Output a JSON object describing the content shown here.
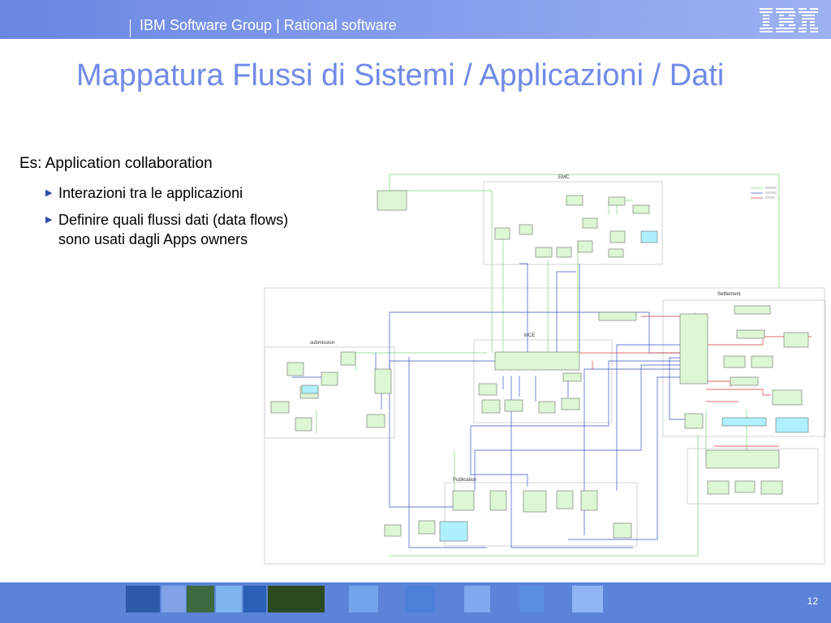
{
  "header": {
    "text": "IBM Software Group | Rational software",
    "logo_text": "IBM"
  },
  "title": "Mappatura Flussi di Sistemi / Applicazioni / Dati",
  "bullets": {
    "main": "Es: Application collaboration",
    "sub": [
      "Interazioni tra le applicazioni",
      "Definire quali flussi dati (data flows) sono usati dagli Apps owners"
    ]
  },
  "diagram": {
    "groups": {
      "emc": "EMC",
      "settlement": "Settlement",
      "submission": "submission",
      "mce": "MCE",
      "publication": "Publication"
    }
  },
  "footer": {
    "page_number": "12"
  },
  "colors": {
    "header": "#7f98ea",
    "title": "#6f8ae8",
    "footer": "#5b83d8",
    "box_fill": "#ddf7d4",
    "box_highlight": "#aef0ff",
    "flow_green": "#77d877",
    "flow_blue": "#3a52c8",
    "flow_red": "#dd3a3a"
  }
}
